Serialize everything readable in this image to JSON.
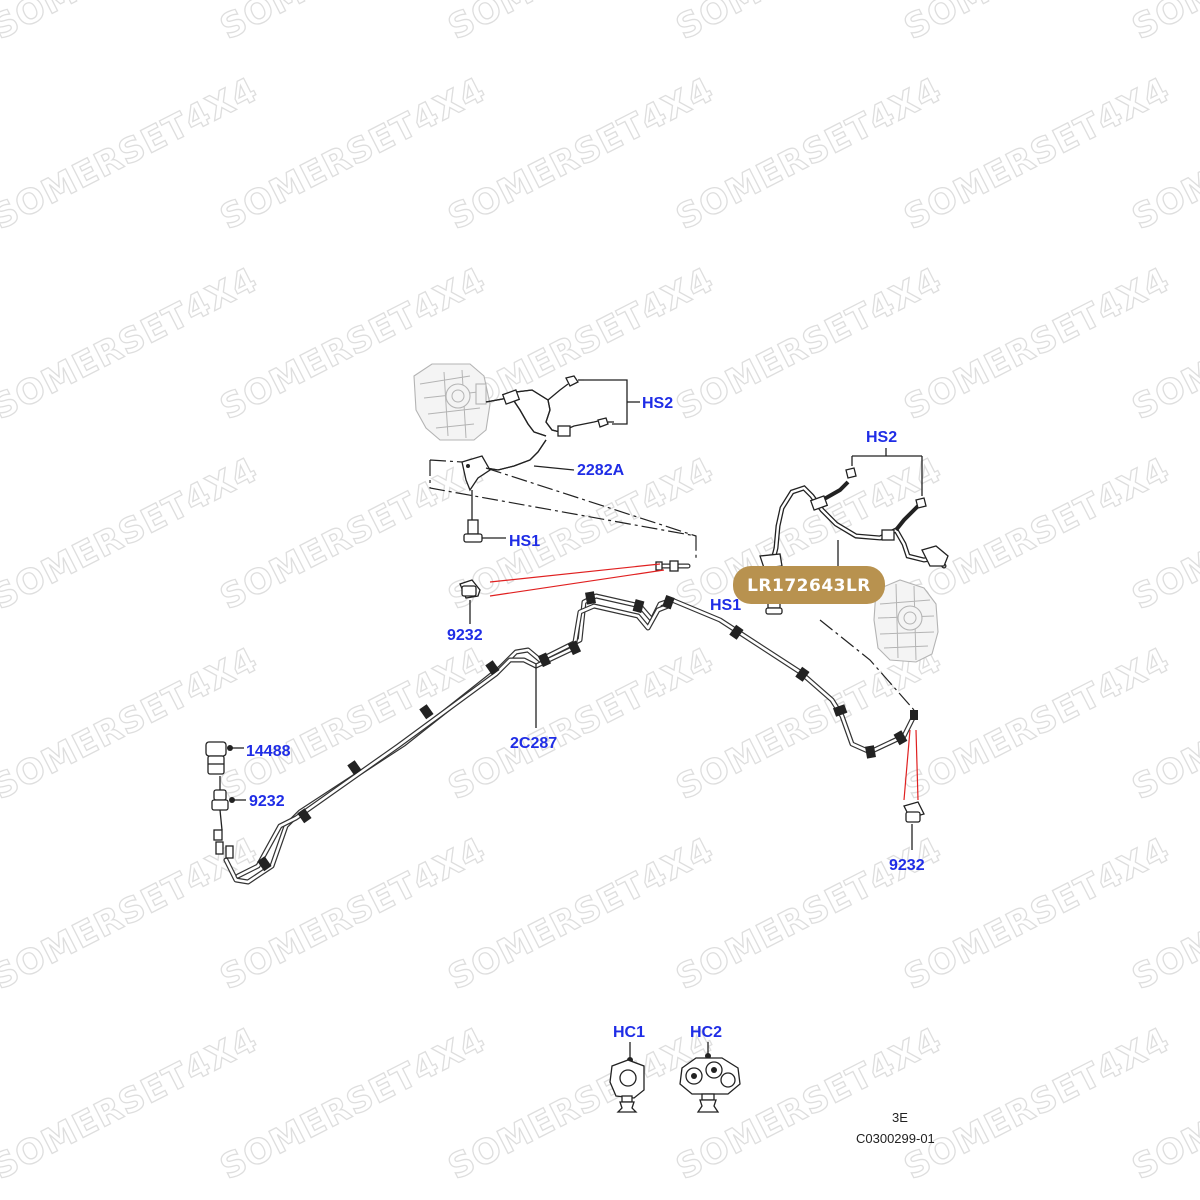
{
  "watermark": {
    "text": "SOMERSET4X4"
  },
  "callouts": {
    "hs2_top": "HS2",
    "hose_2282a": "2282A",
    "hs1_left": "HS1",
    "fitting_9232_left": "9232",
    "hs2_right": "HS2",
    "hs1_right": "HS1",
    "pipe_2c287": "2C287",
    "fitting_14488": "14488",
    "fitting_9232_lower": "9232",
    "fitting_9232_right": "9232",
    "clip_hc1": "HC1",
    "clip_hc2": "HC2"
  },
  "part_badge": {
    "label": "LR172643LR",
    "color": "#b8924f"
  },
  "footer": {
    "sheet": "3E",
    "reference": "C0300299-01"
  },
  "colors": {
    "callout": "#1f2de6",
    "leader_red": "#e02020",
    "line": "#222222"
  }
}
